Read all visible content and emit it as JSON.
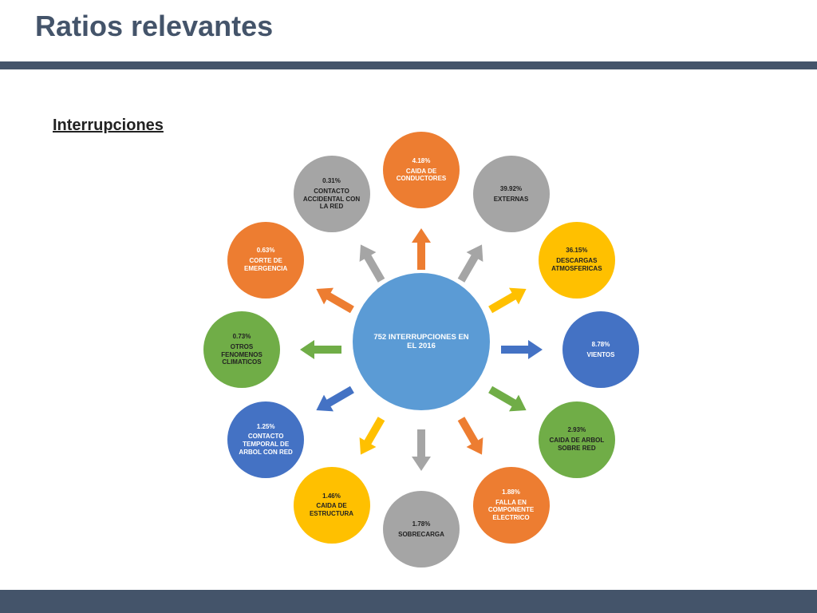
{
  "slide": {
    "title": "Ratios relevantes",
    "section_heading": "Interrupciones"
  },
  "center": {
    "label": "752 INTERRUPCIONES EN EL 2016",
    "color": "#5b9bd5"
  },
  "nodes": [
    {
      "percent": "4.18%",
      "label": "CAIDA DE CONDUCTORES",
      "color": "orange"
    },
    {
      "percent": "39.92%",
      "label": "EXTERNAS",
      "color": "gray"
    },
    {
      "percent": "36.15%",
      "label": "DESCARGAS ATMOSFERICAS",
      "color": "yellow"
    },
    {
      "percent": "8.78%",
      "label": "VIENTOS",
      "color": "blue"
    },
    {
      "percent": "2.93%",
      "label": "CAIDA DE ARBOL SOBRE RED",
      "color": "green"
    },
    {
      "percent": "1.88%",
      "label": "FALLA EN COMPONENTE ELECTRICO",
      "color": "orange"
    },
    {
      "percent": "1.78%",
      "label": "SOBRECARGA",
      "color": "gray"
    },
    {
      "percent": "1.46%",
      "label": "CAIDA DE ESTRUCTURA",
      "color": "yellow"
    },
    {
      "percent": "1.25%",
      "label": "CONTACTO TEMPORAL DE ARBOL CON RED",
      "color": "blue"
    },
    {
      "percent": "0.73%",
      "label": "OTROS FENOMENOS CLIMATICOS",
      "color": "green"
    },
    {
      "percent": "0.63%",
      "label": "CORTE DE EMERGENCIA",
      "color": "orange"
    },
    {
      "percent": "0.31%",
      "label": "CONTACTO ACCIDENTAL CON LA RED",
      "color": "gray"
    }
  ],
  "palette": {
    "orange": "#ed7d31",
    "gray": "#a5a5a5",
    "yellow": "#ffc000",
    "blue": "#4472c4",
    "green": "#70ad47",
    "header_bar": "#44546a"
  }
}
